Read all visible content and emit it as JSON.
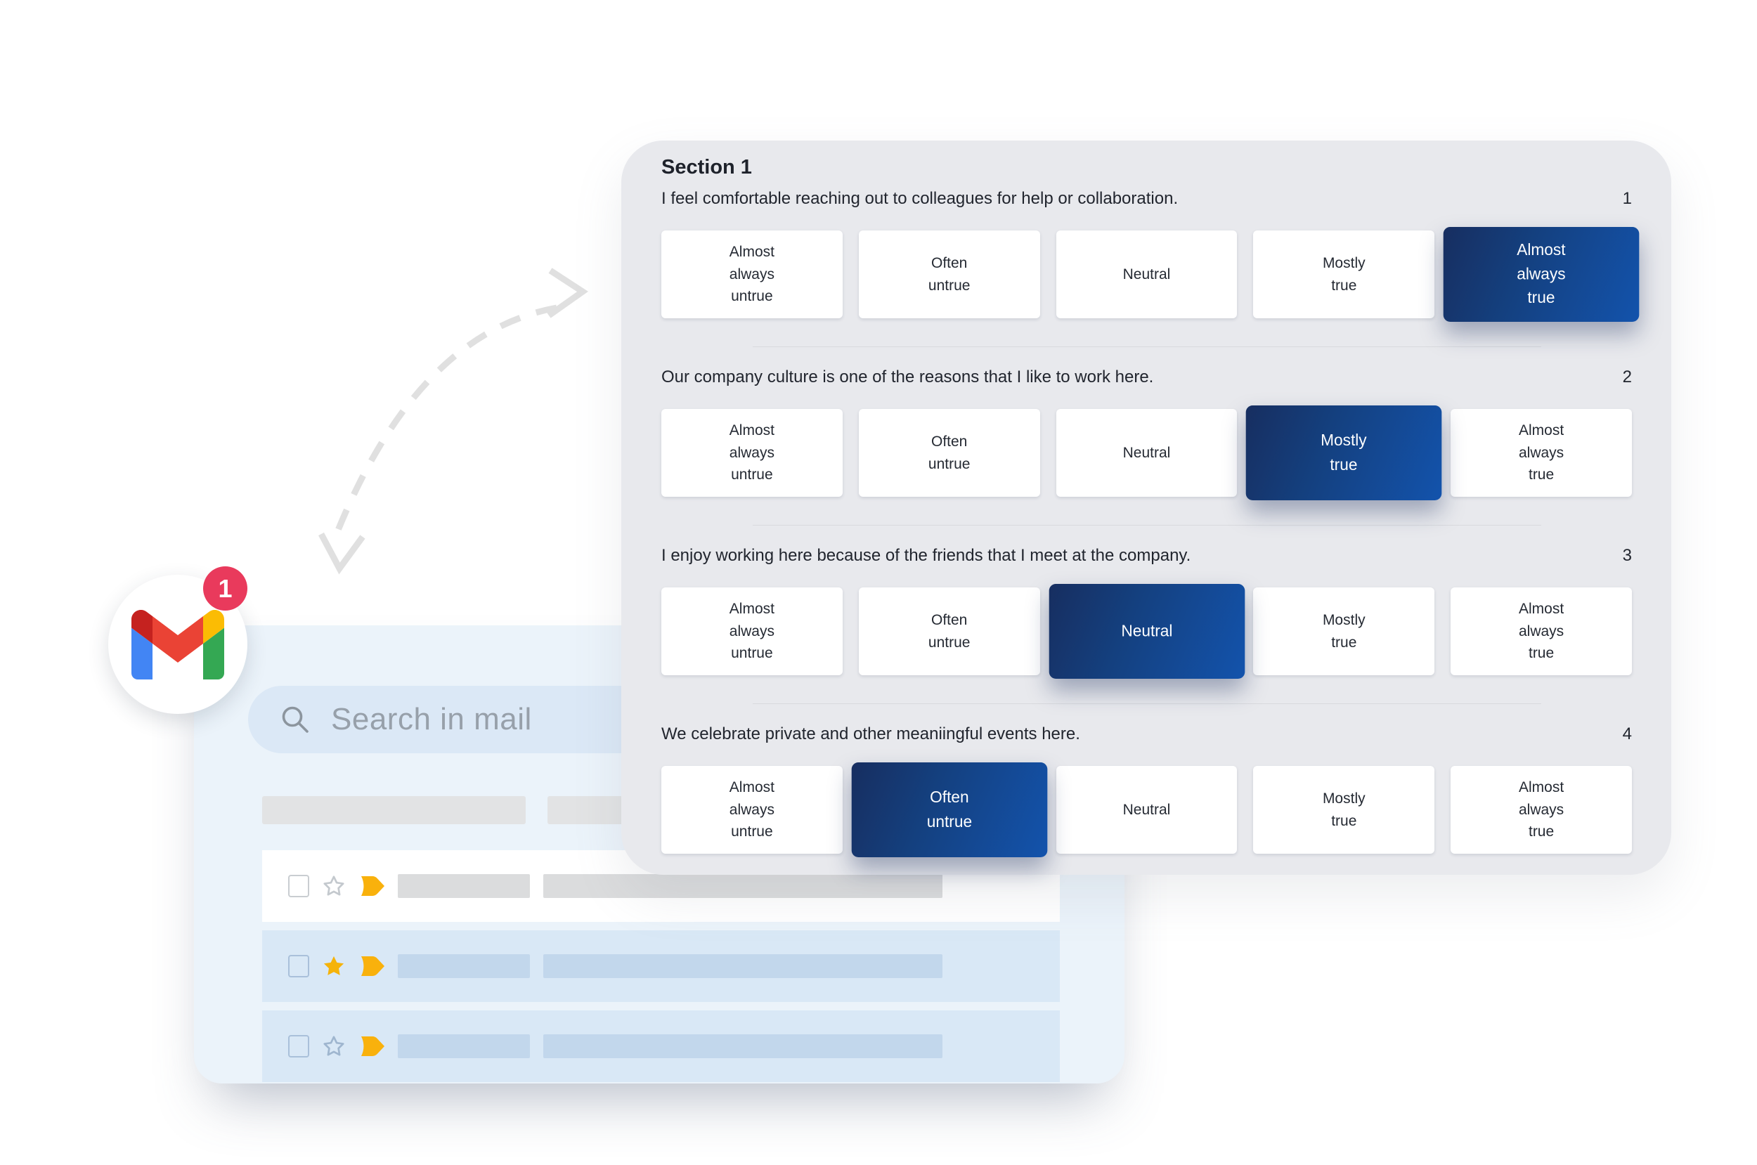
{
  "page": {
    "background": "#FFFFFF"
  },
  "survey": {
    "section_title": "Section 1",
    "panel_background": "#E8E9ED",
    "selected_gradient": [
      "#172E60",
      "#1353AC"
    ],
    "selected_text_color": "#FFFFFF",
    "options": [
      {
        "label": "Almost always untrue",
        "lines": [
          "Almost",
          "always",
          "untrue"
        ]
      },
      {
        "label": "Often untrue",
        "lines": [
          "Often",
          "untrue"
        ]
      },
      {
        "label": "Neutral",
        "lines": [
          "Neutral"
        ]
      },
      {
        "label": "Mostly true",
        "lines": [
          "Mostly",
          "true"
        ]
      },
      {
        "label": "Almost always true",
        "lines": [
          "Almost",
          "always",
          "true"
        ]
      }
    ],
    "questions": [
      {
        "number": "1",
        "text": "I feel comfortable reaching out to colleagues for help or collaboration.",
        "selected": "Almost always true",
        "selected_index": 4
      },
      {
        "number": "2",
        "text": "Our company culture is one of the reasons that I like to work here.",
        "selected": "Mostly true",
        "selected_index": 3
      },
      {
        "number": "3",
        "text": "I enjoy working here because of the friends that I meet at the company.",
        "selected": "Neutral",
        "selected_index": 2
      },
      {
        "number": "4",
        "text": "We celebrate private and other meaniingful events here.",
        "selected": "Often untrue",
        "selected_index": 1
      }
    ]
  },
  "gmail": {
    "badge_count": "1",
    "badge_color": "#E93A5C",
    "search_placeholder": "Search in mail",
    "panel_background": "#EBF3FA",
    "search_pill_background": "#DBE8F6",
    "logo_colors": {
      "blue": "#4285F4",
      "green": "#34A853",
      "yellow": "#FBBC04",
      "red": "#EA4335",
      "dark_red": "#C5221F"
    },
    "star_color": "#F5B30A",
    "important_marker_color": "#F9B10C",
    "row_blue_background": "#D9E8F6",
    "rows": [
      {
        "background": "white",
        "star": "outline"
      },
      {
        "background": "blue",
        "star": "filled"
      },
      {
        "background": "blue",
        "star": "outline"
      }
    ]
  },
  "arrow": {
    "color": "#E0E0E0",
    "style": "dashed",
    "heads": [
      "right",
      "down"
    ]
  }
}
